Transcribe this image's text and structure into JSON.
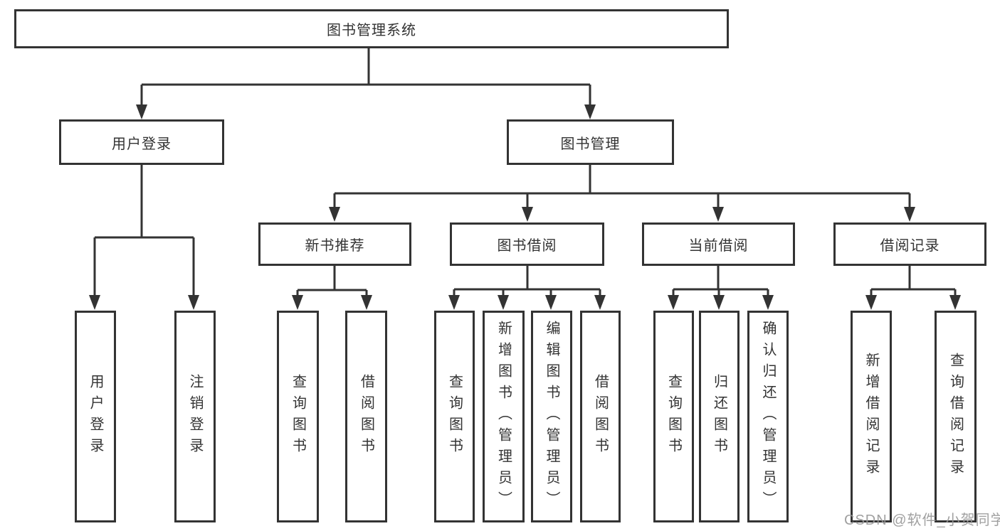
{
  "diagram": {
    "root": {
      "label": "图书管理系统"
    },
    "level2": [
      {
        "label": "用户登录"
      },
      {
        "label": "图书管理"
      }
    ],
    "level3": [
      {
        "label": "新书推荐"
      },
      {
        "label": "图书借阅"
      },
      {
        "label": "当前借阅"
      },
      {
        "label": "借阅记录"
      }
    ],
    "leaves": {
      "user_login": [
        {
          "label": "用户登录"
        },
        {
          "label": "注销登录"
        }
      ],
      "new_book_recommend": [
        {
          "label": "查询图书"
        },
        {
          "label": "借阅图书"
        }
      ],
      "book_borrow": [
        {
          "label": "查询图书"
        },
        {
          "label": "新增图书（管理员）"
        },
        {
          "label": "编辑图书（管理员）"
        },
        {
          "label": "借阅图书"
        }
      ],
      "current_borrow": [
        {
          "label": "查询图书"
        },
        {
          "label": "归还图书"
        },
        {
          "label": "确认归还（管理员）"
        }
      ],
      "borrow_records": [
        {
          "label": "新增借阅记录"
        },
        {
          "label": "查询借阅记录"
        }
      ]
    }
  },
  "watermark": {
    "text": "CSDN @软件_小贺同学"
  },
  "colors": {
    "line": "#333333",
    "border": "#333333",
    "text": "#333333",
    "background": "#ffffff",
    "watermark": "#989898"
  }
}
